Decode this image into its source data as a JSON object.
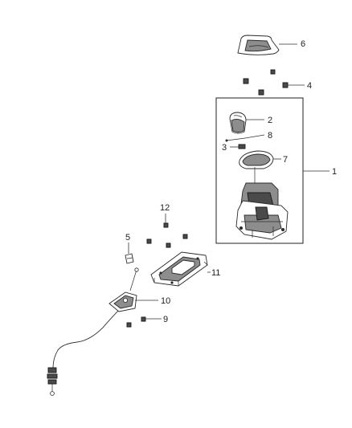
{
  "callouts": {
    "c1": "1",
    "c2": "2",
    "c3": "3",
    "c4": "4",
    "c5": "5",
    "c6": "6",
    "c7": "7",
    "c8": "8",
    "c9": "9",
    "c10": "10",
    "c11": "11",
    "c12": "12"
  },
  "colors": {
    "line": "#2a2a2a",
    "part_fill": "#8d8d8d",
    "dark_fill": "#4a4a4a",
    "background": "#ffffff"
  }
}
